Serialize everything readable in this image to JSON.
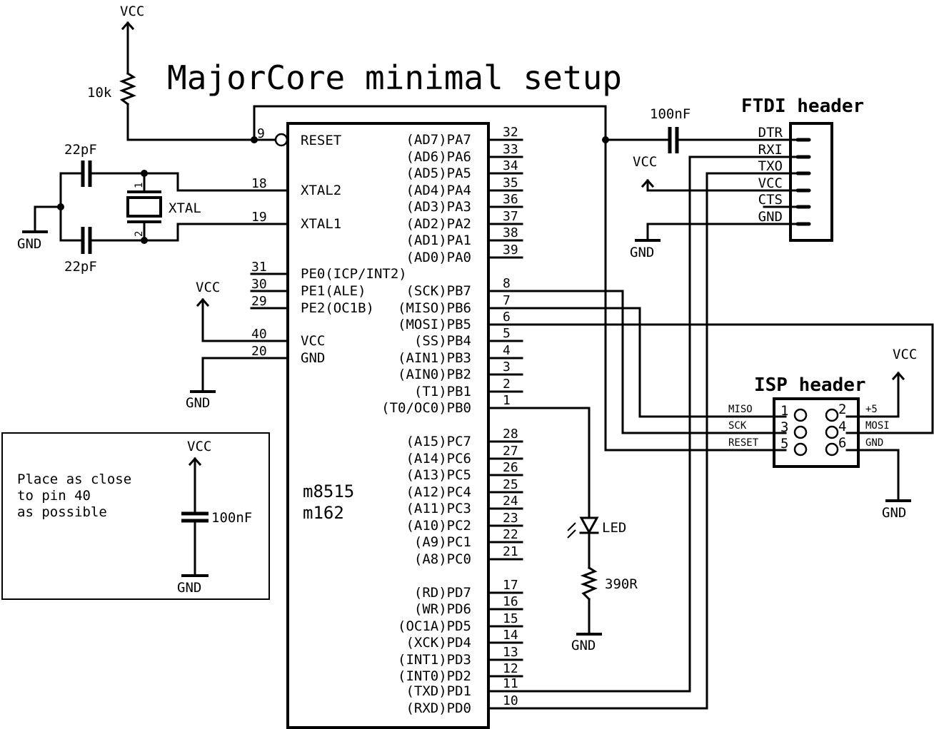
{
  "title": "MajorCore minimal setup",
  "chip": {
    "names": [
      "m8515",
      "m162"
    ],
    "left_pins": [
      {
        "num": "9",
        "label": "RESET"
      },
      {
        "num": "18",
        "label": "XTAL2"
      },
      {
        "num": "19",
        "label": "XTAL1"
      },
      {
        "num": "31",
        "label": "PE0(ICP/INT2)"
      },
      {
        "num": "30",
        "label": "PE1(ALE)"
      },
      {
        "num": "29",
        "label": "PE2(OC1B)"
      },
      {
        "num": "40",
        "label": "VCC"
      },
      {
        "num": "20",
        "label": "GND"
      }
    ],
    "right_pins": [
      {
        "num": "32",
        "label": "(AD7)PA7"
      },
      {
        "num": "33",
        "label": "(AD6)PA6"
      },
      {
        "num": "34",
        "label": "(AD5)PA5"
      },
      {
        "num": "35",
        "label": "(AD4)PA4"
      },
      {
        "num": "36",
        "label": "(AD3)PA3"
      },
      {
        "num": "37",
        "label": "(AD2)PA2"
      },
      {
        "num": "38",
        "label": "(AD1)PA1"
      },
      {
        "num": "39",
        "label": "(AD0)PA0"
      },
      {
        "num": "8",
        "label": "(SCK)PB7"
      },
      {
        "num": "7",
        "label": "(MISO)PB6"
      },
      {
        "num": "6",
        "label": "(MOSI)PB5"
      },
      {
        "num": "5",
        "label": "(SS)PB4"
      },
      {
        "num": "4",
        "label": "(AIN1)PB3"
      },
      {
        "num": "3",
        "label": "(AIN0)PB2"
      },
      {
        "num": "2",
        "label": "(T1)PB1"
      },
      {
        "num": "1",
        "label": "(T0/OC0)PB0"
      },
      {
        "num": "28",
        "label": "(A15)PC7"
      },
      {
        "num": "27",
        "label": "(A14)PC6"
      },
      {
        "num": "26",
        "label": "(A13)PC5"
      },
      {
        "num": "25",
        "label": "(A12)PC4"
      },
      {
        "num": "24",
        "label": "(A11)PC3"
      },
      {
        "num": "23",
        "label": "(A10)PC2"
      },
      {
        "num": "22",
        "label": "(A9)PC1"
      },
      {
        "num": "21",
        "label": "(A8)PC0"
      },
      {
        "num": "17",
        "label": "(RD)PD7"
      },
      {
        "num": "16",
        "label": "(WR)PD6"
      },
      {
        "num": "15",
        "label": "(OC1A)PD5"
      },
      {
        "num": "14",
        "label": "(XCK)PD4"
      },
      {
        "num": "13",
        "label": "(INT1)PD3"
      },
      {
        "num": "12",
        "label": "(INT0)PD2"
      },
      {
        "num": "11",
        "label": "(TXD)PD1"
      },
      {
        "num": "10",
        "label": "(RXD)PD0"
      }
    ]
  },
  "components": {
    "reset_resistor": "10k",
    "crystal": "XTAL",
    "crystal_pins": [
      "1",
      "2"
    ],
    "cap_top": "22pF",
    "cap_bottom": "22pF",
    "dtr_cap": "100nF",
    "decoupling_cap": "100nF",
    "led": "LED",
    "led_resistor": "390R"
  },
  "power": {
    "vcc": "VCC",
    "gnd": "GND"
  },
  "ftdi": {
    "title": "FTDI header",
    "pins": [
      "DTR",
      "RXI",
      "TXO",
      "VCC",
      "CTS",
      "GND"
    ]
  },
  "isp": {
    "title": "ISP header",
    "pins": [
      {
        "num": "1",
        "label": "MISO"
      },
      {
        "num": "2",
        "label": "+5"
      },
      {
        "num": "3",
        "label": "SCK"
      },
      {
        "num": "4",
        "label": "MOSI"
      },
      {
        "num": "5",
        "label": "RESET"
      },
      {
        "num": "6",
        "label": "GND"
      }
    ]
  },
  "note": {
    "lines": [
      "Place as close",
      "to pin 40",
      "as possible"
    ]
  }
}
